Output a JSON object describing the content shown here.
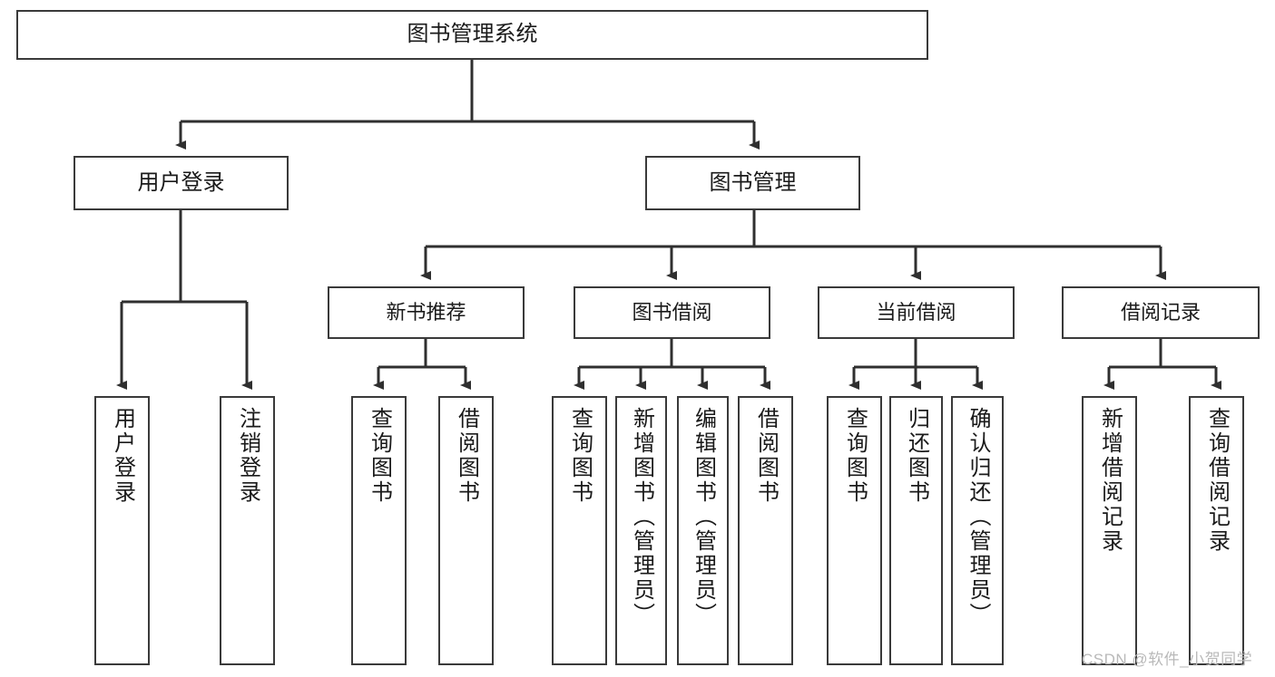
{
  "diagram": {
    "title": "图书管理系统",
    "root": {
      "label": "图书管理系统"
    },
    "level2": [
      {
        "label": "用户登录"
      },
      {
        "label": "图书管理"
      }
    ],
    "level3": [
      {
        "label": "新书推荐"
      },
      {
        "label": "图书借阅"
      },
      {
        "label": "当前借阅"
      },
      {
        "label": "借阅记录"
      }
    ],
    "leaves": [
      {
        "label": "用户登录",
        "parent": "用户登录"
      },
      {
        "label": "注销登录",
        "parent": "用户登录"
      },
      {
        "label": "查询图书",
        "parent": "新书推荐"
      },
      {
        "label": "借阅图书",
        "parent": "新书推荐"
      },
      {
        "label": "查询图书",
        "parent": "图书借阅"
      },
      {
        "label": "新增图书（管理员）",
        "parent": "图书借阅"
      },
      {
        "label": "编辑图书（管理员）",
        "parent": "图书借阅"
      },
      {
        "label": "借阅图书",
        "parent": "图书借阅"
      },
      {
        "label": "查询图书",
        "parent": "当前借阅"
      },
      {
        "label": "归还图书",
        "parent": "当前借阅"
      },
      {
        "label": "确认归还（管理员）",
        "parent": "当前借阅"
      },
      {
        "label": "新增借阅记录",
        "parent": "借阅记录"
      },
      {
        "label": "查询借阅记录",
        "parent": "借阅记录"
      }
    ],
    "watermark": "CSDN @软件_小贺同学",
    "colors": {
      "stroke": "#3a3a3a",
      "fill": "#ffffff",
      "text": "#1a1a1a",
      "watermark": "#b9b9b9"
    }
  }
}
